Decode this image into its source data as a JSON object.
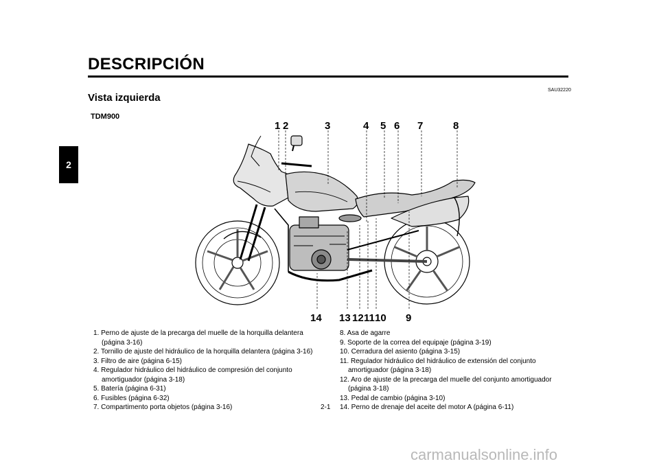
{
  "header": {
    "title": "DESCRIPCIÓN",
    "code": "SAU32220"
  },
  "tab_label": "2",
  "section_title": "Vista izquierda",
  "model": "TDM900",
  "diagram": {
    "top_numbers": [
      "1",
      "2",
      "3",
      "4",
      "5",
      "6",
      "7",
      "8"
    ],
    "bottom_numbers": [
      "14",
      "13",
      "12",
      "11",
      "10",
      "9"
    ]
  },
  "list_left": [
    {
      "text": "1. Perno de ajuste de la precarga del muelle de la horquilla delantera",
      "cont": "(página 3-16)"
    },
    {
      "text": "2. Tornillo de ajuste del hidráulico de la horquilla delantera (página 3-16)"
    },
    {
      "text": "3. Filtro de aire (página 6-15)"
    },
    {
      "text": "4. Regulador hidráulico del hidráulico de compresión del conjunto",
      "cont": "amortiguador (página 3-18)"
    },
    {
      "text": "5. Batería (página 6-31)"
    },
    {
      "text": "6. Fusibles (página 6-32)"
    },
    {
      "text": "7. Compartimento porta objetos (página 3-16)"
    }
  ],
  "list_right": [
    {
      "text": "8. Asa de agarre"
    },
    {
      "text": "9. Soporte de la correa del equipaje (página 3-19)"
    },
    {
      "text": "10. Cerradura del asiento (página 3-15)"
    },
    {
      "text": "11. Regulador hidráulico del hidráulico de extensión del conjunto",
      "cont": "amortiguador (página 3-18)"
    },
    {
      "text": "12. Aro de ajuste de la precarga del muelle del conjunto amortiguador",
      "cont": "(página 3-18)"
    },
    {
      "text": "13. Pedal de cambio (página 3-10)"
    },
    {
      "text": "14. Perno de drenaje del aceite del motor A (página 6-11)"
    }
  ],
  "page_number": "2-1",
  "watermark": "carmanualsonline.info"
}
